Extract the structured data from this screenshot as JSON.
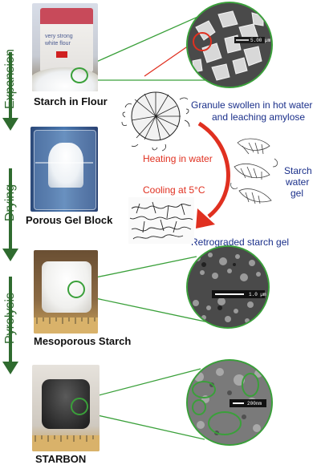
{
  "stages": {
    "expansion": "Expansion",
    "drying": "Drying",
    "pyrolysis": "Pyrolysis"
  },
  "labels": {
    "starch_flour": "Starch in Flour",
    "porous_gel": "Porous Gel Block",
    "mesoporous": "Mesoporous Starch",
    "starbon": "STARBON"
  },
  "annotations": {
    "granule_line1": "Granule swollen in hot water",
    "granule_line2": "and leaching amylose",
    "heating": "Heating in water",
    "cooling": "Cooling at 5°C",
    "starch_water_gel_1": "Starch",
    "starch_water_gel_2": "water",
    "starch_water_gel_3": "gel",
    "retrograded": "Retrograded starch gel"
  },
  "scale_bars": {
    "granules": "5.00 µm",
    "mesoporous": "1.0 µm",
    "starbon": "200nm"
  },
  "flour_bag": {
    "line1": "very strong",
    "line2": "white flour"
  },
  "colors": {
    "green": "#3aa03a",
    "arrow_green": "#2f6b2f",
    "red": "#e03020",
    "blue": "#1a2f8a"
  }
}
